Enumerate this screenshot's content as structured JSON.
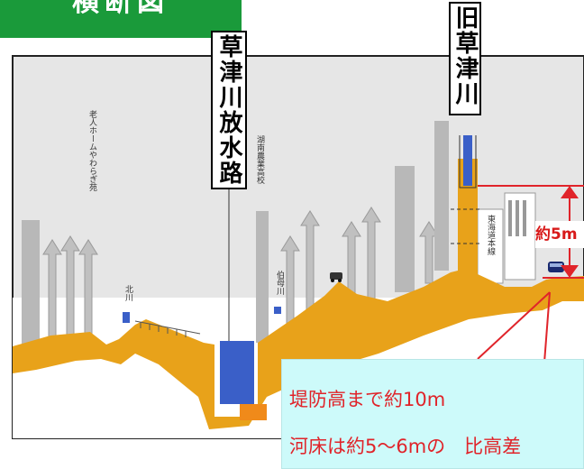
{
  "title": "横断図",
  "labels": {
    "kusatsu_diversion": "草津川放水路",
    "old_kusatsu": "旧草津川",
    "nursing_home": "老人ホームやわらぎ苑",
    "konan_school": "湖南農業高校",
    "kitagawa": "北川",
    "kugawa": "伯母川",
    "tokaido": "東海道本線"
  },
  "height_diff": "約5m",
  "callout": {
    "line1": "堤防高まで約10m",
    "line2": "河床は約5〜6mの　比高差"
  },
  "colors": {
    "ground": "#e8a21a",
    "water": "#3a5fc8",
    "sky": "#e6e6e6",
    "building": "#b8b8b8",
    "accent_red": "#e0242a",
    "callout_bg": "#cdfafa",
    "title_bg": "#1a9a3a"
  }
}
